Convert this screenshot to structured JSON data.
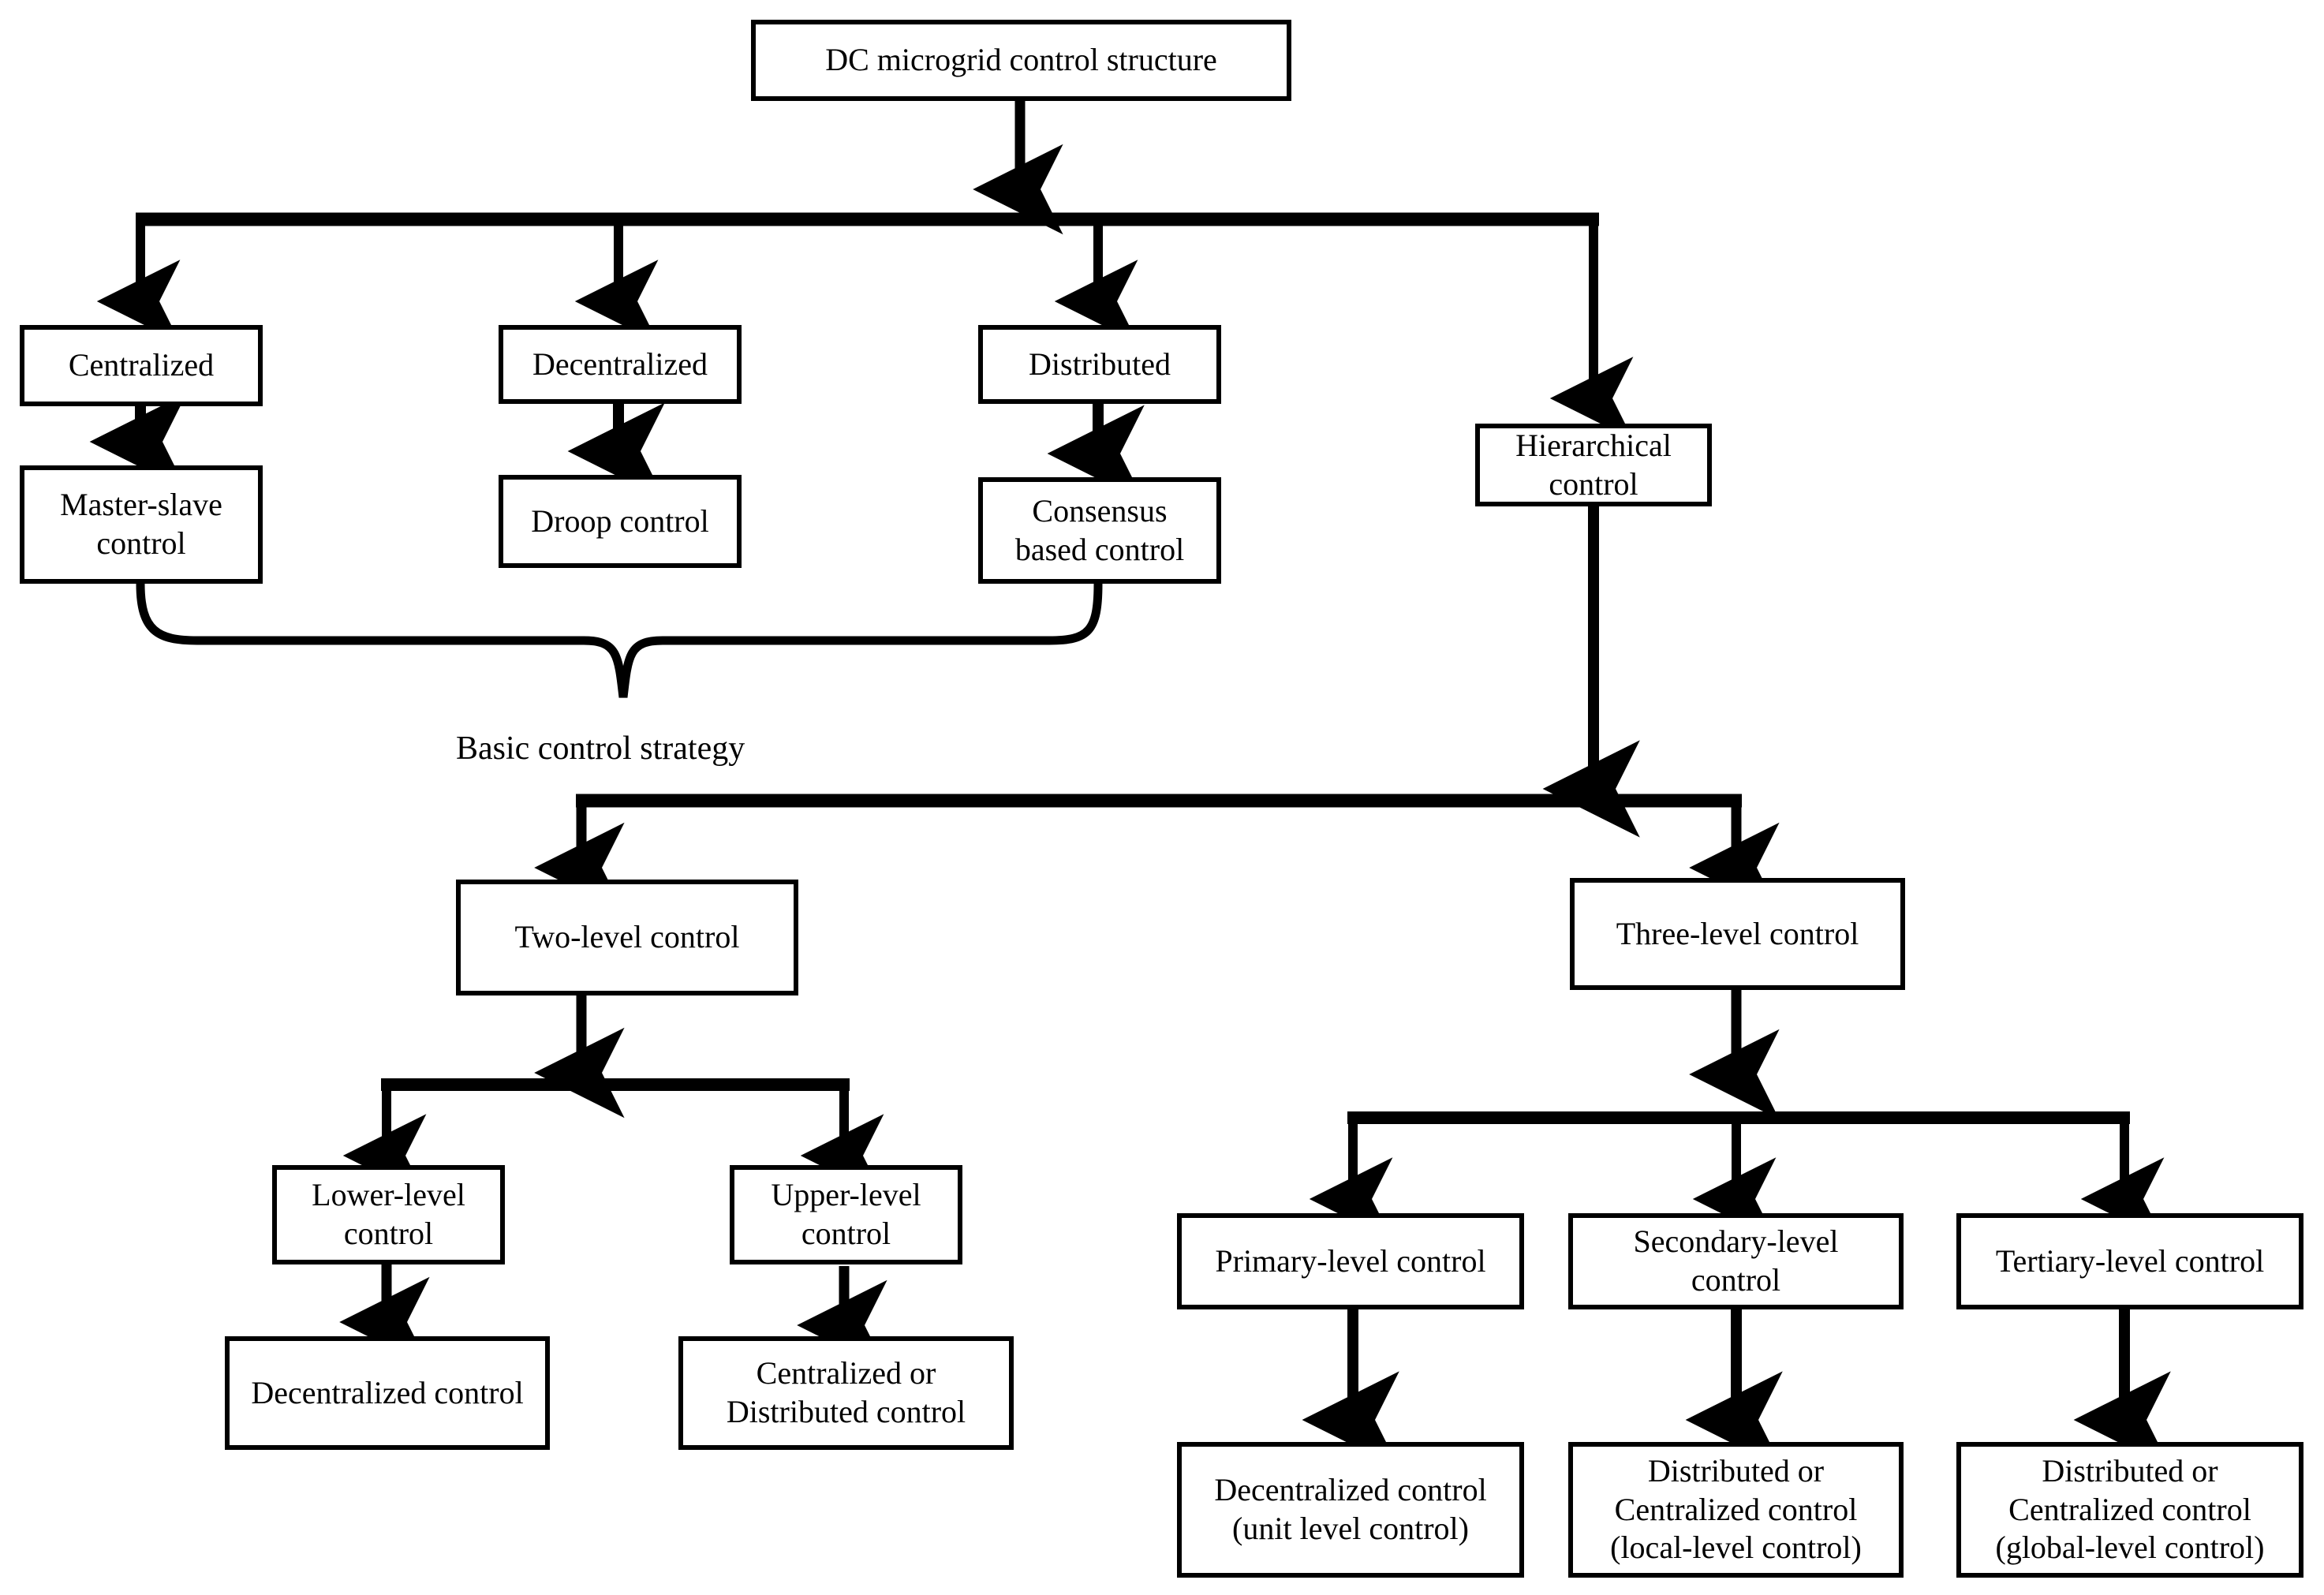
{
  "diagram": {
    "title": "DC microgrid control structure",
    "group_label": "Basic control strategy",
    "line_color": "#000000",
    "box_fill": "#ffffff",
    "nodes": {
      "root": "DC microgrid control structure",
      "centralized": "Centralized",
      "decentralized": "Decentralized",
      "distributed": "Distributed",
      "hierarchical": "Hierarchical\ncontrol",
      "master_slave": "Master-slave\ncontrol",
      "droop": "Droop control",
      "consensus": "Consensus\nbased control",
      "two_level": "Two-level control",
      "three_level": "Three-level control",
      "lower_level": "Lower-level\ncontrol",
      "upper_level": "Upper-level\ncontrol",
      "lower_level_child": "Decentralized control",
      "upper_level_child": "Centralized or\nDistributed control",
      "primary_level": "Primary-level control",
      "secondary_level": "Secondary-level\ncontrol",
      "tertiary_level": "Tertiary-level control",
      "primary_child": "Decentralized control\n(unit level control)",
      "secondary_child": "Distributed or\nCentralized control\n(local-level control)",
      "tertiary_child": "Distributed or\nCentralized control\n(global-level control)"
    }
  }
}
